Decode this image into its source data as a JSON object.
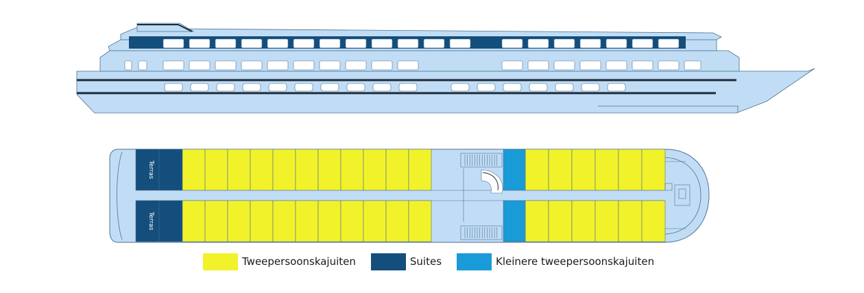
{
  "colors": {
    "hull": "#c1ddf5",
    "outline": "#4b6f8f",
    "navy": "#144e7c",
    "yellow": "#f2f22b",
    "blue": "#199bd8",
    "stripe": "#1c2a3a"
  },
  "deck": {
    "terras_labels": [
      "Terras",
      "Terras"
    ]
  },
  "legend": {
    "items": [
      {
        "label": "Tweepersoonskajuiten",
        "color": "#f2f22b"
      },
      {
        "label": "Suites",
        "color": "#144e7c"
      },
      {
        "label": "Kleinere tweepersoonskajuiten",
        "color": "#199bd8"
      }
    ]
  }
}
